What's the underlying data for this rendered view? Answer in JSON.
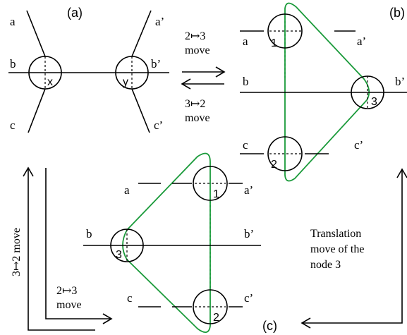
{
  "colors": {
    "line": "#000000",
    "loop": "#1a9a3a"
  },
  "panel_a": {
    "label": "(a)",
    "ends_left": [
      "a",
      "b",
      "c"
    ],
    "ends_right": [
      "a’",
      "b’",
      "c’"
    ],
    "node_x": "x",
    "node_y": "y"
  },
  "panel_b": {
    "label": "(b)",
    "rows_left": [
      "a",
      "b",
      "c"
    ],
    "rows_right": [
      "a’",
      "b’",
      "c’"
    ],
    "nodes": [
      "1",
      "3",
      "2"
    ]
  },
  "panel_c": {
    "label": "(c)",
    "rows_left": [
      "a",
      "b",
      "c"
    ],
    "rows_right": [
      "a’",
      "b’",
      "c’"
    ],
    "nodes": [
      "1",
      "3",
      "2"
    ]
  },
  "moves": {
    "top_forward_1": "2↦3",
    "top_forward_2": "move",
    "top_back_1": "3↦2",
    "top_back_2": "move",
    "left_vertical": "3↦2 move",
    "left_bottom_1": "2↦3",
    "left_bottom_2": "move",
    "translation_1": "Translation",
    "translation_2": "move of the",
    "translation_3": "node 3"
  }
}
